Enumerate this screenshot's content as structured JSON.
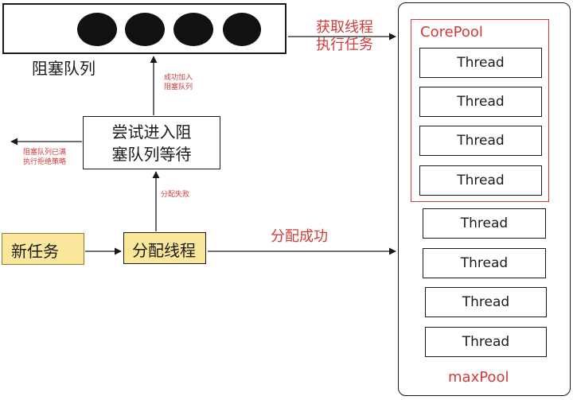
{
  "queue": {
    "label": "阻塞队列"
  },
  "try_enqueue": {
    "line1": "尝试进入阻",
    "line2": "塞队列等待"
  },
  "new_task": {
    "label": "新任务"
  },
  "assign_thread": {
    "label": "分配线程"
  },
  "edges": {
    "enqueue_ok": {
      "line1": "成功加入",
      "line2": "阻塞队列"
    },
    "queue_full": {
      "line1": "阻塞队列已满",
      "line2": "执行拒绝策略"
    },
    "assign_fail": "分配失败",
    "assign_ok": "分配成功",
    "fetch": {
      "line1": "获取线程",
      "line2": "执行任务"
    }
  },
  "pool": {
    "core_label": "CorePool",
    "max_label": "maxPool",
    "core_threads": [
      "Thread",
      "Thread",
      "Thread",
      "Thread"
    ],
    "extra_threads": [
      "Thread",
      "Thread",
      "Thread",
      "Thread"
    ]
  },
  "colors": {
    "accent_red": "#d23a3a",
    "task_yellow": "#fbe79b",
    "line": "#1a1a1a"
  }
}
